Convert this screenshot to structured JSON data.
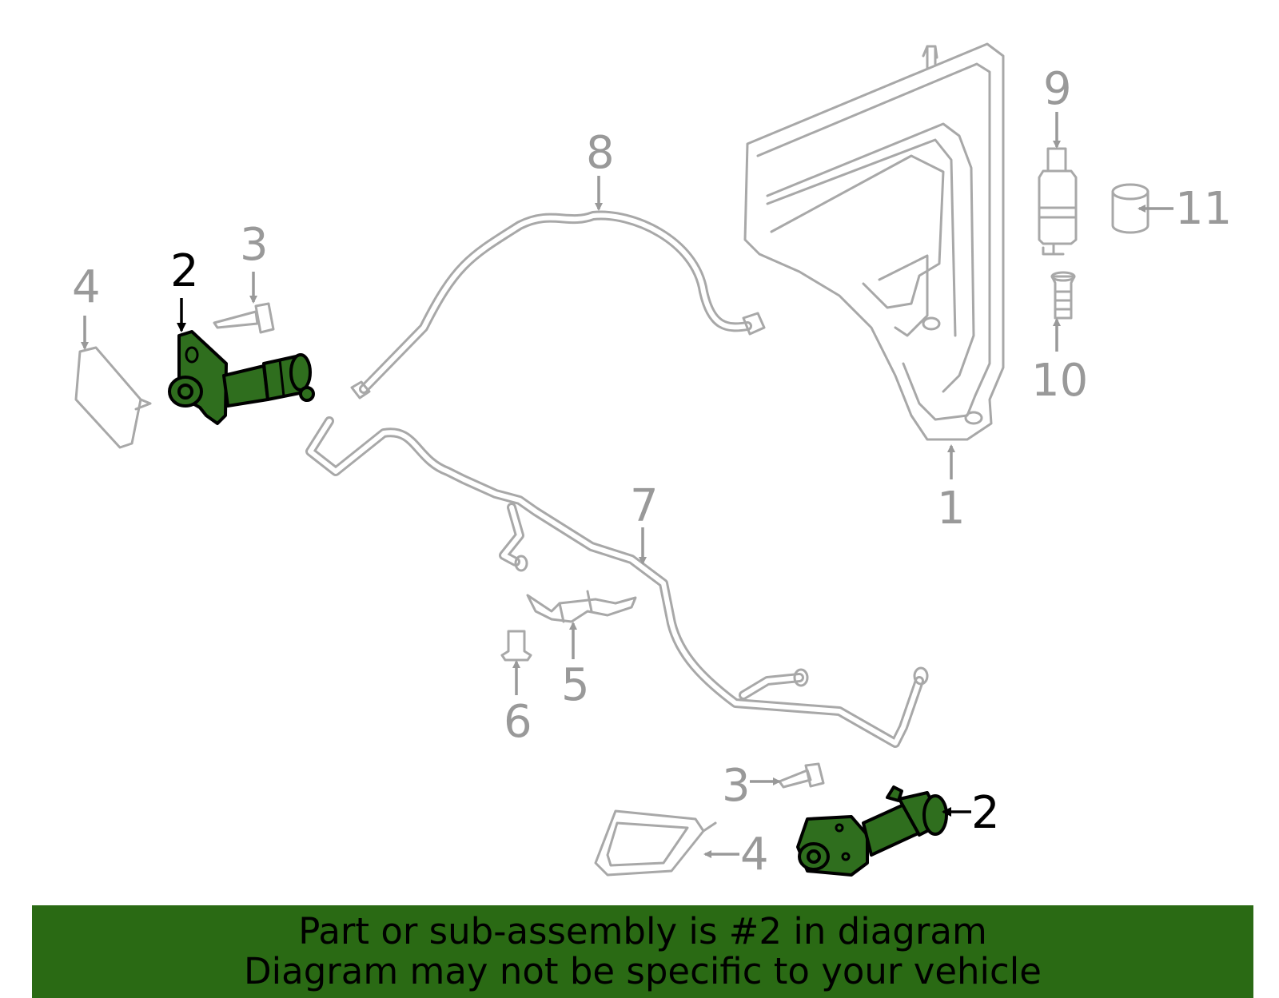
{
  "diagram": {
    "callouts": [
      {
        "id": "c1",
        "label": "1"
      },
      {
        "id": "c2a",
        "label": "2"
      },
      {
        "id": "c2b",
        "label": "2"
      },
      {
        "id": "c3a",
        "label": "3"
      },
      {
        "id": "c3b",
        "label": "3"
      },
      {
        "id": "c4a",
        "label": "4"
      },
      {
        "id": "c4b",
        "label": "4"
      },
      {
        "id": "c5",
        "label": "5"
      },
      {
        "id": "c6",
        "label": "6"
      },
      {
        "id": "c7",
        "label": "7"
      },
      {
        "id": "c8",
        "label": "8"
      },
      {
        "id": "c9",
        "label": "9"
      },
      {
        "id": "c10",
        "label": "10"
      },
      {
        "id": "c11",
        "label": "11"
      }
    ],
    "highlighted_part": "2",
    "colors": {
      "highlight": "#2f6e1e",
      "line": "#a8a8a8",
      "label": "#999999",
      "banner": "#2a6a14"
    }
  },
  "banner": {
    "line1": "Part or sub-assembly is #2 in diagram",
    "line2": "Diagram may not be specific to your vehicle"
  }
}
